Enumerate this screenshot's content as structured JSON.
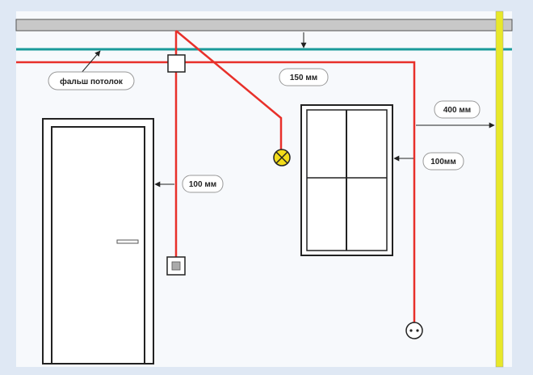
{
  "labels": {
    "false_ceiling": "фальш потолок",
    "ceiling_gap": "150 мм",
    "wall_gap": "400 мм",
    "window_gap": "100мм",
    "door_gap": "100 мм"
  },
  "colors": {
    "background": "#dfe8f4",
    "wall": "#f7f9fc",
    "ceiling": "#c8c8c8",
    "false_ceiling_line": "#1a9a9a",
    "wire": "#e8302a",
    "pipe": "#e8e82a",
    "lamp": "#f2dc1a",
    "outline": "#222222"
  },
  "icons": [
    "junction-box-icon",
    "lamp-icon",
    "switch-icon",
    "socket-icon",
    "door-handle-icon"
  ]
}
